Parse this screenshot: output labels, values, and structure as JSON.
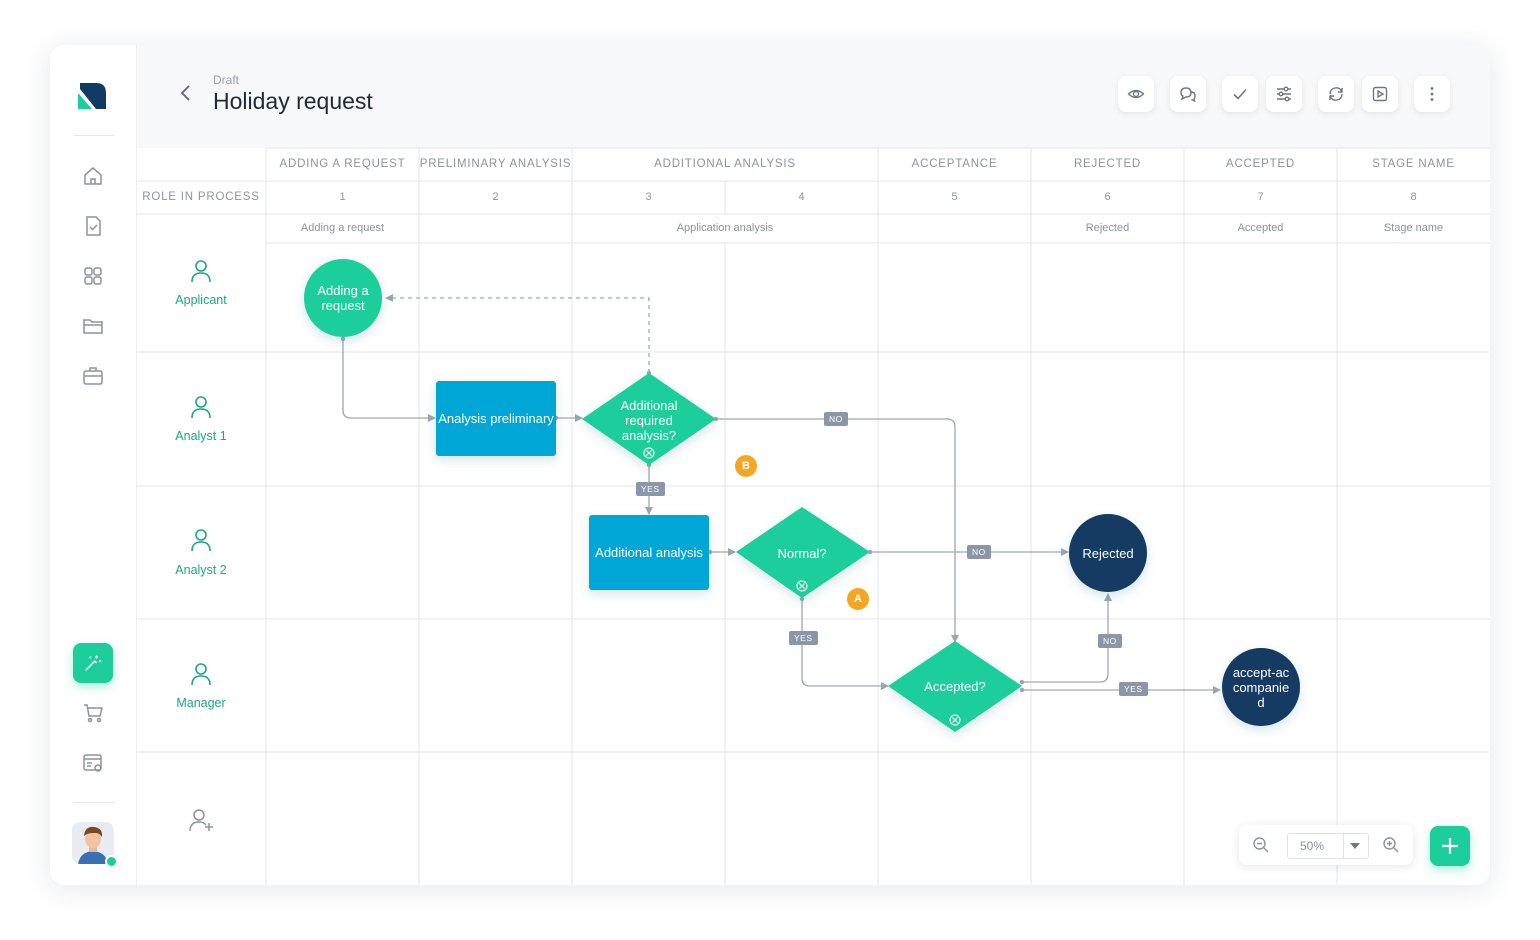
{
  "header": {
    "status": "Draft",
    "title": "Holiday request",
    "toolbar": [
      "eye-icon",
      "comments-icon",
      "check-icon",
      "sliders-icon",
      "refresh-icon",
      "play-icon",
      "more-icon"
    ]
  },
  "sidebar": {
    "items": [
      "home-icon",
      "document-check-icon",
      "grid-icon",
      "folder-icon",
      "briefcase-icon",
      "magic-wand-icon",
      "cart-icon",
      "browser-settings-icon"
    ],
    "active": "magic-wand-icon"
  },
  "grid": {
    "stages": [
      "ADDING A REQUEST",
      "PRELIMINARY ANALYSIS",
      "ADDITIONAL ANALYSIS",
      "ACCEPTANCE",
      "REJECTED",
      "ACCEPTED",
      "STAGE NAME"
    ],
    "role_header": "ROLE IN PROCESS",
    "columns": [
      "1",
      "2",
      "3",
      "4",
      "5",
      "6",
      "7",
      "8"
    ],
    "phases": [
      "Adding a request",
      "Application analysis",
      "Rejected",
      "Accepted",
      "Stage name"
    ],
    "roles": [
      "Applicant",
      "Analyst 1",
      "Analyst 2",
      "Manager"
    ]
  },
  "nodes": {
    "start": "Adding a request",
    "analysis_preliminary": "Analysis preliminary",
    "additional_required": "Additional required analysis?",
    "additional_analysis": "Additional analysis",
    "normal": "Normal?",
    "accepted_q": "Accepted?",
    "rejected": "Rejected",
    "accept_end": "accept-accompanied"
  },
  "edge_labels": {
    "no1": "NO",
    "yes1": "YES",
    "no2": "NO",
    "yes2": "YES",
    "no3": "NO",
    "yes3": "YES"
  },
  "badges": {
    "a": "A",
    "b": "B"
  },
  "zoom": {
    "value": "50%"
  },
  "colors": {
    "accent": "#1ccf9a",
    "task": "#00a6d6",
    "end": "#123a63",
    "badge": "#f6a623"
  }
}
